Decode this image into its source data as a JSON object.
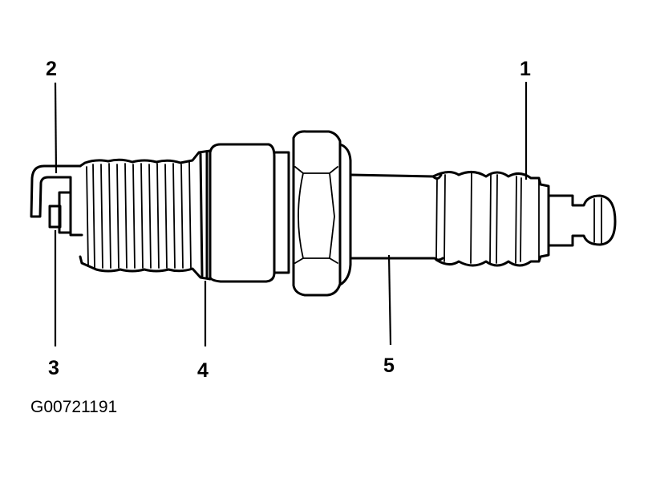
{
  "figure": {
    "id_label": "G00721191",
    "subject": "Spark plug (side view)",
    "callouts": [
      {
        "number": "1",
        "part": "insulator"
      },
      {
        "number": "2",
        "part": "ground electrode"
      },
      {
        "number": "3",
        "part": "center electrode"
      },
      {
        "number": "4",
        "part": "gasket / seat"
      },
      {
        "number": "5",
        "part": "shell"
      }
    ]
  },
  "colors": {
    "line": "#000000",
    "background": "#ffffff"
  }
}
